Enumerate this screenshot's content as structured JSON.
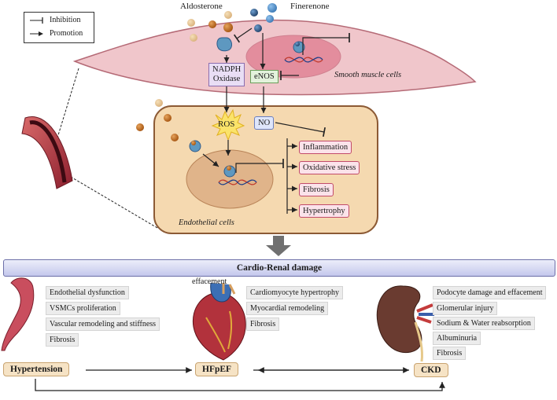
{
  "legend": {
    "inhibition": "Inhibition",
    "promotion": "Promotion"
  },
  "molecules": {
    "aldosterone": "Aldosterone",
    "finerenone": "Finerenone"
  },
  "smooth_muscle": {
    "label": "Smooth muscle cells",
    "nadph_line1": "NADPH",
    "nadph_line2": "Oxidase",
    "enos": "eNOS"
  },
  "endothelial": {
    "label": "Endothelial cells",
    "ros": "ROS",
    "no": "NO",
    "outcomes": [
      "Inflammation",
      "Oxidative stress",
      "Fibrosis",
      "Hypertrophy"
    ]
  },
  "banner": "Cardio-Renal damage",
  "hypertension": {
    "effects": [
      "Endothelial dysfunction",
      "VSMCs proliferation",
      "Vascular remodeling and stiffness",
      "Fibrosis"
    ],
    "label": "Hypertension"
  },
  "hfpef": {
    "top_label": "effacement",
    "effects": [
      "Cardiomyocyte hypertrophy",
      "Myocardial remodeling",
      "Fibrosis"
    ],
    "label": "HFpEF"
  },
  "ckd": {
    "effects": [
      "Podocyte damage and effacement",
      "Glomerular injury",
      "Sodium & Water reabsorption",
      "Albuminuria",
      "Fibrosis"
    ],
    "label": "CKD"
  },
  "colors": {
    "smooth_muscle": "#f0c6cb",
    "endothelial": "#f5d9b0",
    "nucleus": "#e0b48a",
    "aldosterone": "#b7651a",
    "finerenone": "#2f5b8a",
    "receptor": "#5e98c0"
  }
}
